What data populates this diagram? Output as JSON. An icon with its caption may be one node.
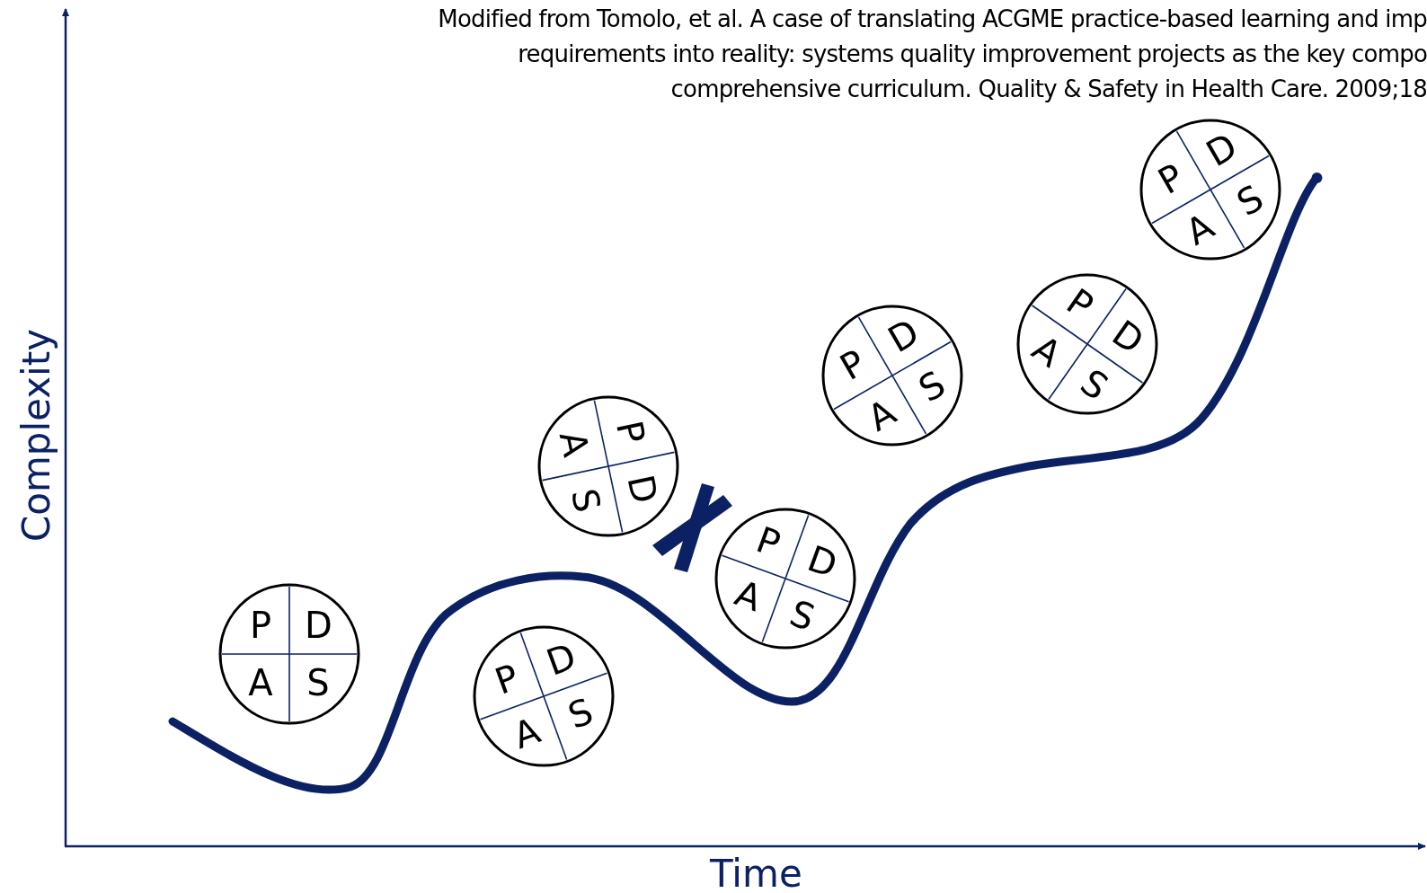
{
  "diagram": {
    "nodes": [
      {
        "text": [
          "P",
          "D",
          "A",
          "S"
        ]
      },
      {
        "text": [
          "P",
          "D",
          "A",
          "S"
        ]
      },
      {
        "text": [
          "P",
          "D",
          "A",
          "S"
        ]
      },
      {
        "text": [
          "P",
          "D",
          "A",
          "S"
        ]
      },
      {
        "text": [
          "P",
          "D",
          "A",
          "S"
        ]
      },
      {
        "text": [
          "P",
          "D",
          "A",
          "S"
        ]
      },
      {
        "text": [
          "P",
          "D",
          "A",
          "S"
        ]
      }
    ],
    "edges": [],
    "labels": [
      "Modified from Tomolo, et al. A case of translating ACGME practice-based learning and imp",
      "requirements into reality: systems quality improvement projects as the key compo",
      "comprehensive curriculum. Quality & Safety in Health Care. 2009;18",
      "Complexity",
      "Time"
    ]
  }
}
